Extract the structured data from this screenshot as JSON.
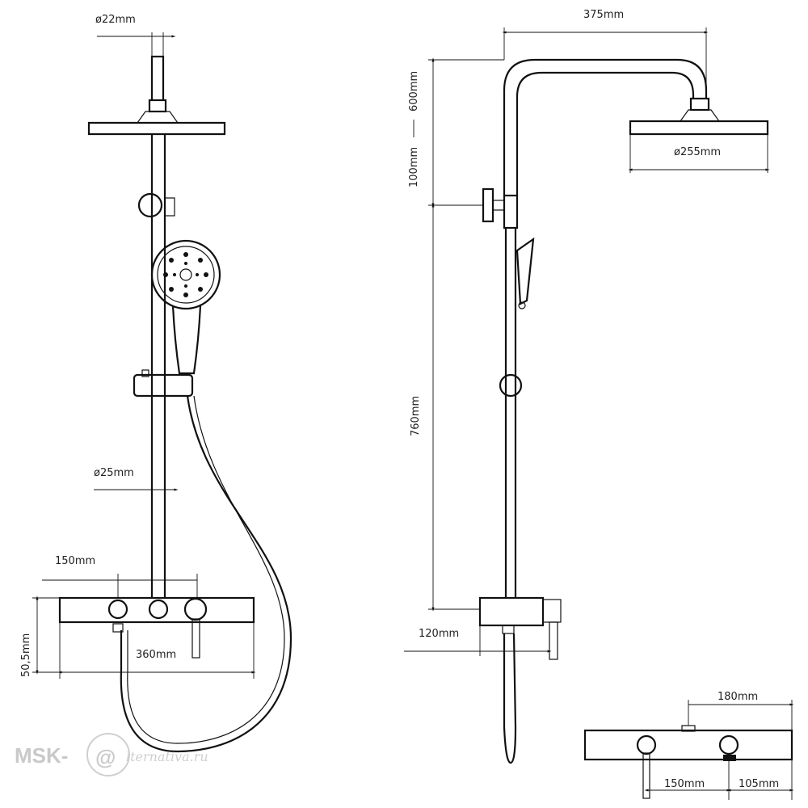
{
  "front": {
    "d22": "ø22mm",
    "d25": "ø25mm",
    "w150": "150mm",
    "w360": "360mm",
    "h50": "50,5mm"
  },
  "side": {
    "w375": "375mm",
    "r600": "600mm",
    "r100": "100mm",
    "d255": "ø255mm",
    "h760": "760mm",
    "h120": "120mm"
  },
  "detail": {
    "w180": "180mm",
    "w150": "150mm",
    "w105": "105mm"
  },
  "watermark": {
    "brand": "MSK-",
    "at": "@",
    "site": "lternativa.ru"
  }
}
